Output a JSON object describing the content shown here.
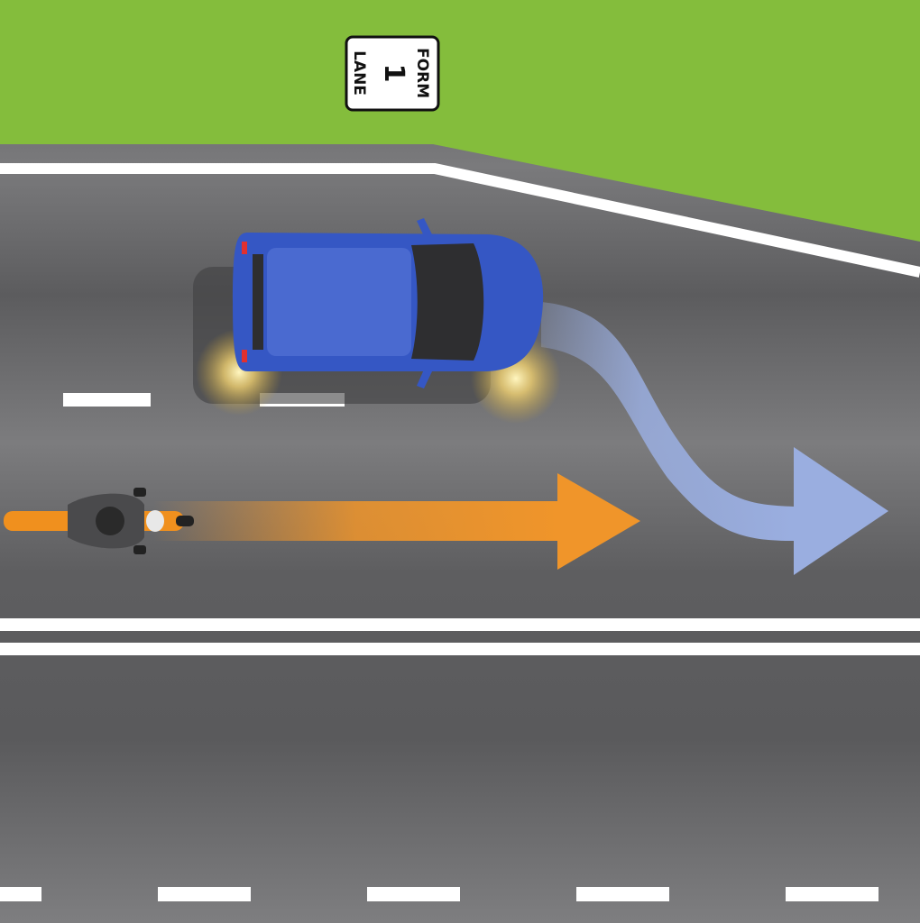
{
  "sign": {
    "line1": "FORM",
    "line2": "1",
    "line3": "LANE"
  },
  "colors": {
    "grass": "#84bd3c",
    "road": "#5e5e60",
    "lane_marking": "#ffffff",
    "car": "#3557c4",
    "motorcycle": "#f0901e",
    "motorcycle_arrow": "#f0952a",
    "car_arrow": "#9aaee0"
  }
}
